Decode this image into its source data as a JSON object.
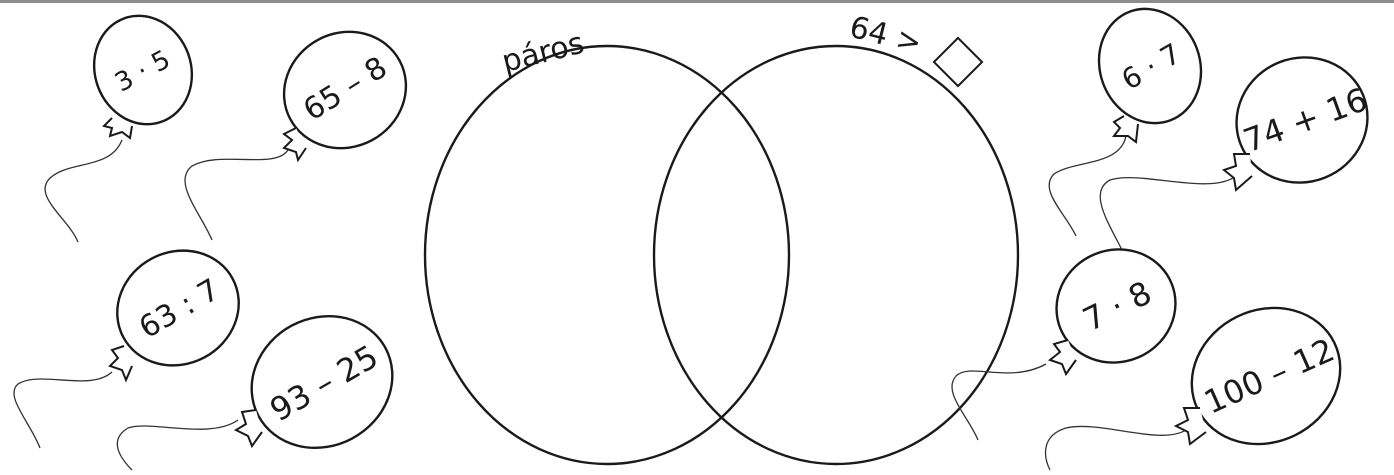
{
  "venn": {
    "left_label": "páros",
    "right_label": "64 >"
  },
  "balloons": [
    {
      "expr": "3 · 5"
    },
    {
      "expr": "65 – 8"
    },
    {
      "expr": "63 : 7"
    },
    {
      "expr": "93 – 25"
    },
    {
      "expr": "6 · 7"
    },
    {
      "expr": "74 + 16"
    },
    {
      "expr": "7 · 8"
    },
    {
      "expr": "100 – 12"
    }
  ]
}
